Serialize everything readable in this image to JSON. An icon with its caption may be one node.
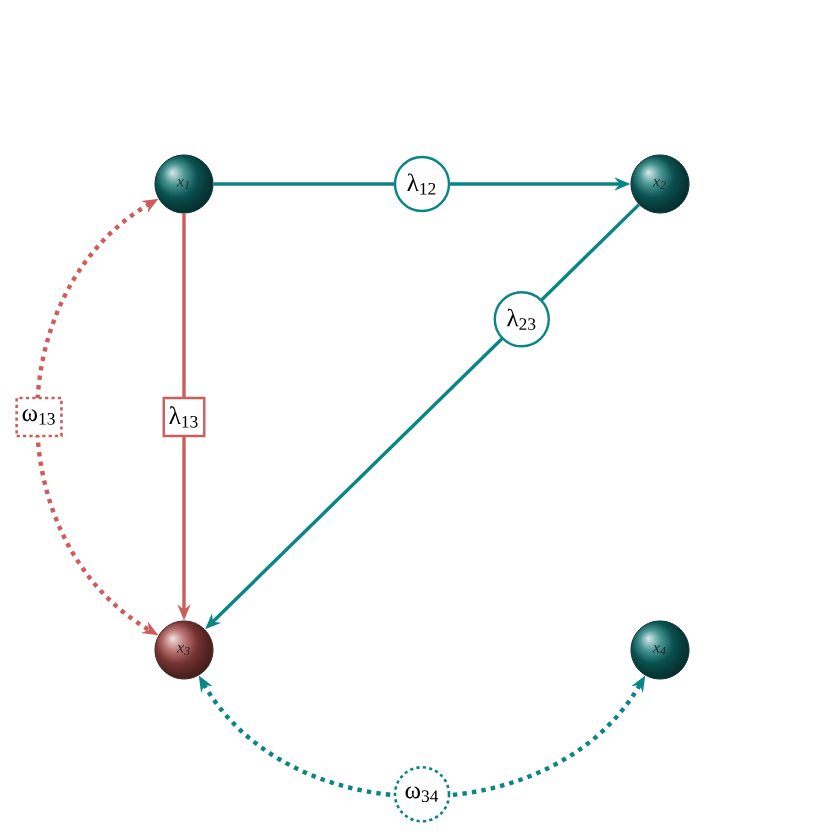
{
  "diagram": {
    "nodes": [
      {
        "text": [
          "x$_{1}$"
        ]
      },
      {
        "text": [
          "x$_{2}$"
        ]
      },
      {
        "text": [
          "x$_{3}$"
        ]
      },
      {
        "text": [
          "x$_{4}$"
        ]
      }
    ],
    "edges": [
      {
        "from": 0,
        "to": 1,
        "arrow": "to",
        "label": "λ$_{12}$"
      },
      {
        "from": 1,
        "to": 2,
        "arrow": "to",
        "label": "λ$_{23}$"
      },
      {
        "from": 0,
        "to": 2,
        "arrow": "to",
        "label": "λ$_{13}$",
        "color": "#cd5c5c"
      },
      {
        "from": 0,
        "to": 2,
        "arrow": "both",
        "label": "ω$_{13}$",
        "style": "dashed",
        "color": "#cd5c5c"
      },
      {
        "from": 2,
        "to": 3,
        "arrow": "both",
        "label": "ω$_{34}$",
        "style": "dashed"
      }
    ]
  }
}
